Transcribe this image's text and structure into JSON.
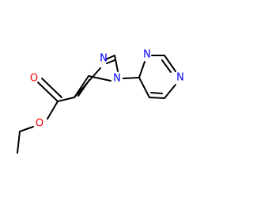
{
  "molecule": {
    "atoms": {
      "n3": {
        "symbol": "N",
        "color": "#0000ff"
      },
      "n1": {
        "symbol": "N",
        "color": "#0000ff"
      },
      "n_pyr_top": {
        "symbol": "N",
        "color": "#0000ff"
      },
      "n_pyr_right": {
        "symbol": "N",
        "color": "#0000ff"
      },
      "o_carbonyl": {
        "symbol": "O",
        "color": "#ff0000"
      },
      "o_ester": {
        "symbol": "O",
        "color": "#ff0000"
      }
    },
    "bond_color": "#000000"
  }
}
